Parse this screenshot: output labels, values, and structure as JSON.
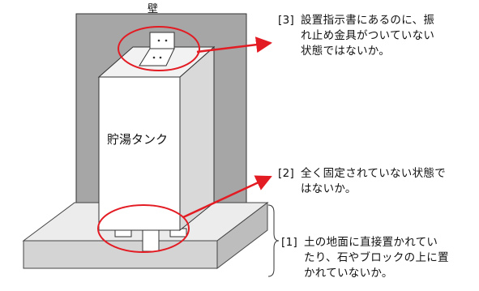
{
  "labels": {
    "wall": "壁",
    "tank": "貯湯タンク"
  },
  "notes": [
    {
      "number": "[3]",
      "text": "設置指示書にあるのに、振\nれ止め金具がついていない\n状態ではないか。"
    },
    {
      "number": "[2]",
      "text": "全く固定されていない状態で\nはないか。"
    },
    {
      "number": "[1]",
      "text": "土の地面に直接置かれてい\nたり、石やブロックの上に置\nかれていないか。"
    }
  ],
  "colors": {
    "wall": "#a6a6a6",
    "tank_front": "#ffffff",
    "tank_side": "#d9d9d9",
    "base_top": "#ececec",
    "base_front": "#d4d4d4",
    "base_side": "#bdbdbd",
    "highlight": "#e31b23",
    "outline": "#333333"
  }
}
